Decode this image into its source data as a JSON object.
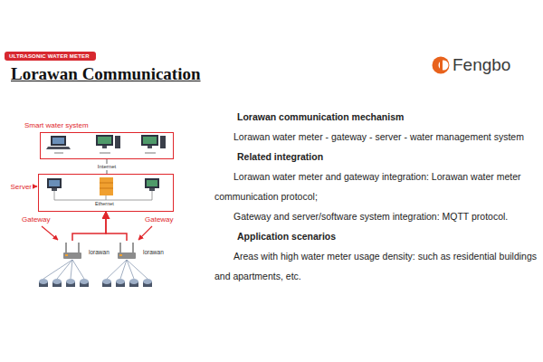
{
  "diagram": {
    "title": "Lorawan Communication",
    "nodes": [
      {
        "text": [
          "ULTRASONIC WATER METER"
        ]
      },
      {
        "text": [
          "Smart water system"
        ]
      },
      {
        "text": [
          "Server"
        ]
      },
      {
        "text": [
          "Gateway"
        ]
      },
      {
        "text": [
          "Gateway"
        ]
      }
    ],
    "edges": [
      {
        "from": 2,
        "to": 1,
        "arrow": "none",
        "label": "Internet"
      },
      {
        "from": 3,
        "to": 2,
        "arrow": "to"
      },
      {
        "from": 4,
        "to": 2,
        "arrow": "to"
      }
    ],
    "labels": [
      "Fengbo",
      "Ethernet",
      "lorawan",
      "lorawan",
      "Lorawan communication mechanism",
      "Lorawan water meter - gateway - server - water management system",
      "Related integration",
      "Lorawan water meter and gateway integration: Lorawan water meter communication protocol;",
      "Gateway and server/software system integration: MQTT protocol.",
      "Application scenarios",
      "Areas with high water meter usage density: such as residential buildings and apartments, etc."
    ]
  }
}
